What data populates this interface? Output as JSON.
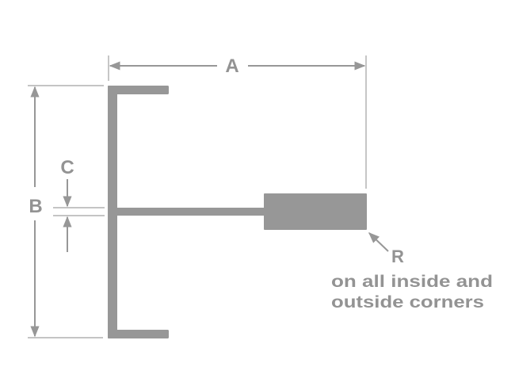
{
  "diagram": {
    "labels": {
      "a": "A",
      "b": "B",
      "c": "C",
      "r": "R"
    },
    "note": {
      "line1": "on all inside and",
      "line2": "outside corners"
    },
    "colors": {
      "shape": "#979797",
      "text": "#939393",
      "background": "#ffffff"
    }
  }
}
